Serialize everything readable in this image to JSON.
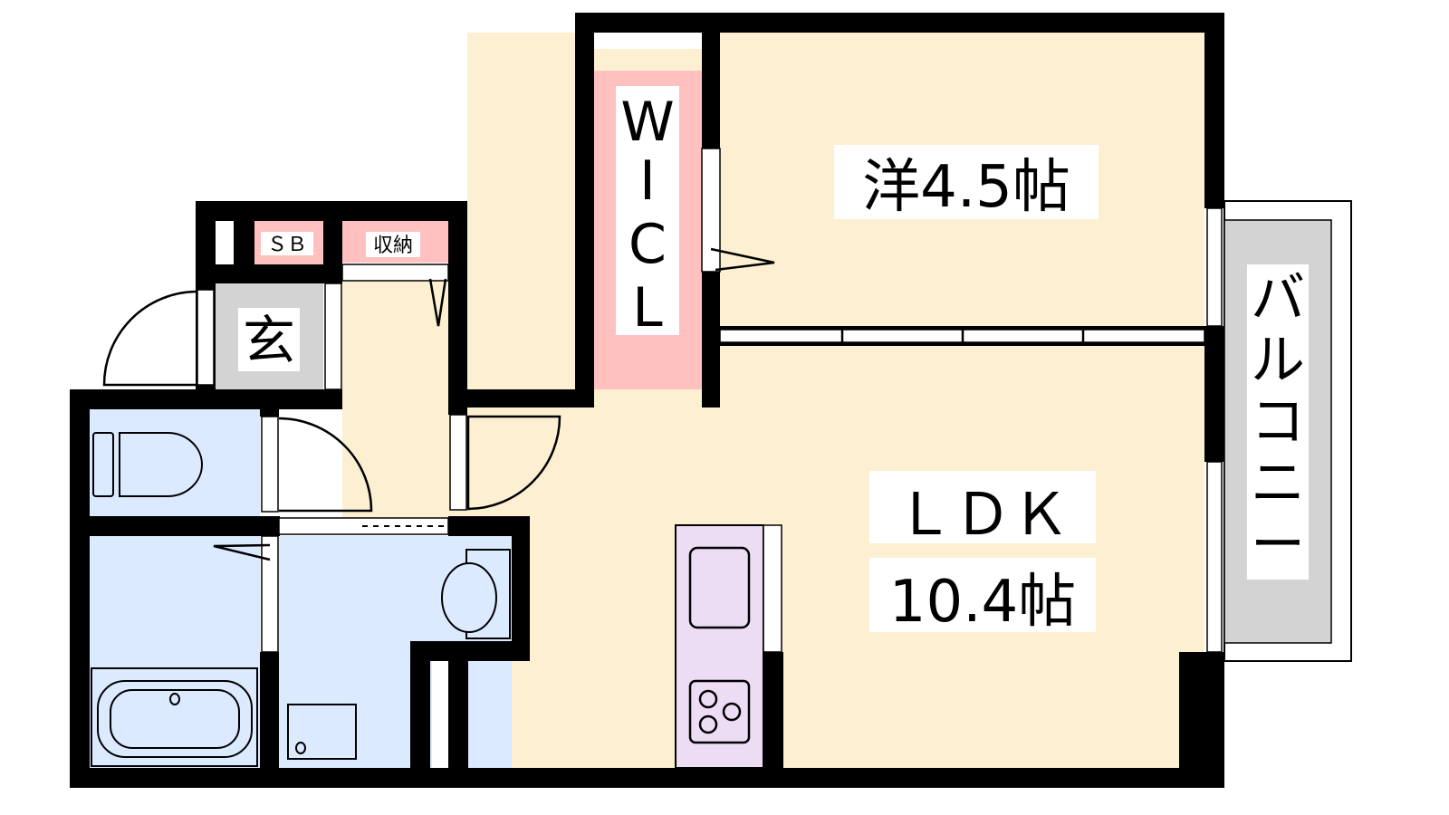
{
  "rooms": {
    "western_room": {
      "label": "洋4.5帖"
    },
    "ldk": {
      "label": "ＬＤＫ",
      "size": "10.4帖"
    },
    "wic": {
      "letters": [
        "W",
        "I",
        "C",
        "L"
      ]
    },
    "balcony": {
      "letters": [
        "バ",
        "ル",
        "コ",
        "ニ",
        "ー"
      ]
    },
    "entrance": {
      "label": "玄"
    },
    "shoe_box": {
      "label": "ＳＢ"
    },
    "storage": {
      "label": "収納"
    }
  },
  "colors": {
    "floor": "#fdf0d2",
    "closet": "#ffc0c0",
    "wet_area": "#dbeafe",
    "entrance": "#d3d3d3",
    "kitchen": "#ecdcf4",
    "wall": "#000000"
  }
}
